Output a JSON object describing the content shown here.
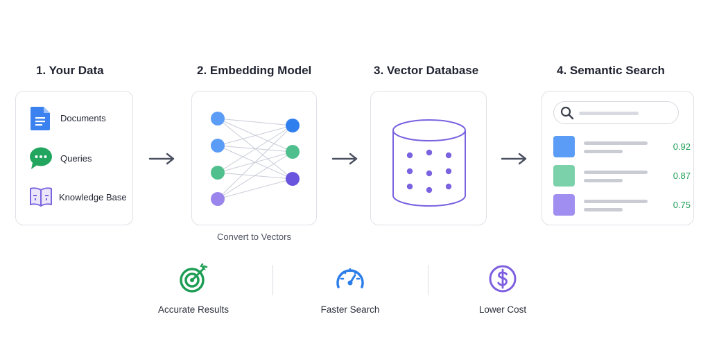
{
  "stages": [
    {
      "title": "1. Your Data"
    },
    {
      "title": "2. Embedding Model"
    },
    {
      "title": "3. Vector Database"
    },
    {
      "title": "4. Semantic Search"
    }
  ],
  "sources": [
    {
      "label": "Documents",
      "icon": "document-icon"
    },
    {
      "label": "Queries",
      "icon": "chat-bubble-icon"
    },
    {
      "label": "Knowledge Base",
      "icon": "open-book-icon"
    }
  ],
  "embedding": {
    "caption": "Convert to Vectors"
  },
  "search": {
    "results": [
      {
        "score": "0.92",
        "color": "#5b9cf6"
      },
      {
        "score": "0.87",
        "color": "#7bd1a9"
      },
      {
        "score": "0.75",
        "color": "#a08ef0"
      }
    ]
  },
  "benefits": [
    {
      "label": "Accurate Results",
      "icon": "target-icon",
      "color": "#1e9e55"
    },
    {
      "label": "Faster Search",
      "icon": "speedometer-icon",
      "color": "#2b7de9"
    },
    {
      "label": "Lower Cost",
      "icon": "dollar-icon",
      "color": "#7d5fe0"
    }
  ],
  "colors": {
    "arrow": "#4a5060",
    "accent_blue": "#4a90f0",
    "accent_green": "#3cba7a",
    "accent_purple": "#7a62e0"
  }
}
